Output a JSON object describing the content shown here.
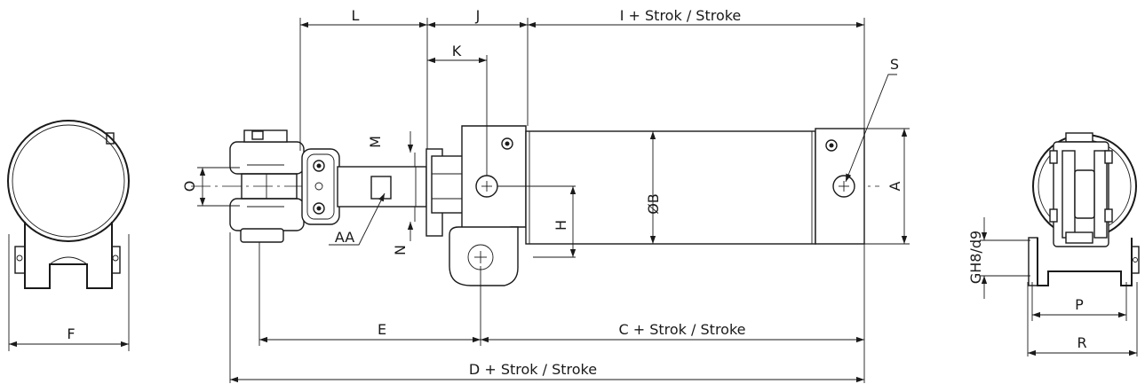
{
  "labels": {
    "L": "L",
    "J": "J",
    "I": "I + Strok / Stroke",
    "K": "K",
    "S": "S",
    "M": "M",
    "O": "O",
    "AA": "AA",
    "N": "N",
    "H": "H",
    "OB": "ØB",
    "A": "A",
    "E": "E",
    "C": "C + Strok / Stroke",
    "D": "D + Strok / Stroke",
    "F": "F",
    "GH": "GH8/d9",
    "P": "P",
    "R": "R"
  }
}
